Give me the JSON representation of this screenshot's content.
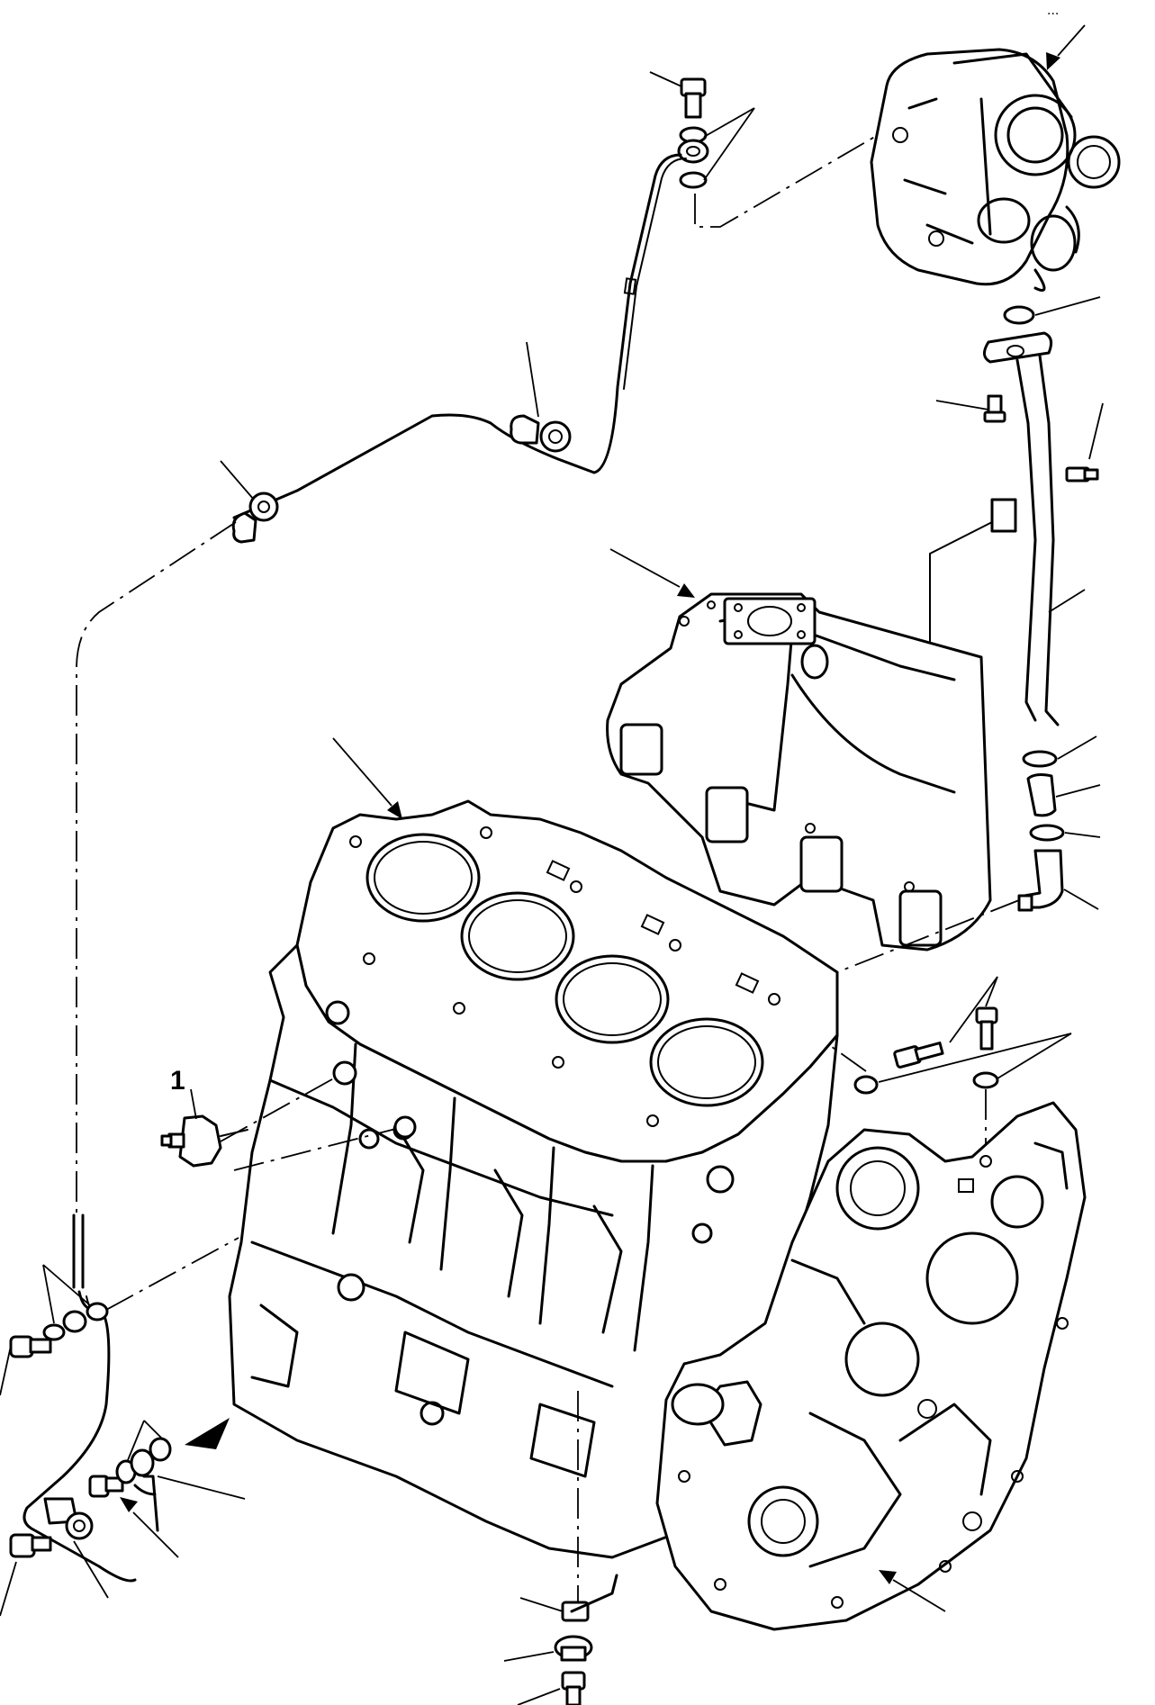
{
  "figure": {
    "corner_ref": "...",
    "callouts": [
      {
        "id": "sensor",
        "label": "1"
      }
    ],
    "icons": [
      "engine-block-drawing",
      "turbocharger-drawing",
      "exhaust-manifold-drawing",
      "timing-cover-drawing",
      "oil-pipe-drawing"
    ]
  }
}
